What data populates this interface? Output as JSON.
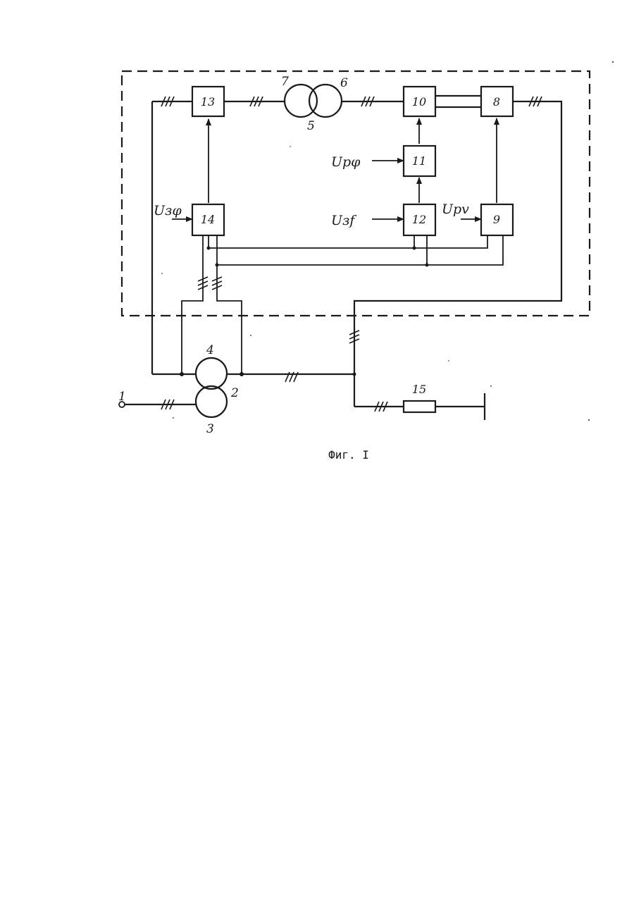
{
  "diagram": {
    "blocks": {
      "b8": "8",
      "b9": "9",
      "b10": "10",
      "b11": "11",
      "b12": "12",
      "b13": "13",
      "b14": "14",
      "b15": "15"
    },
    "labels": {
      "terminal": "1",
      "node2": "2",
      "coil3": "3",
      "coil4": "4",
      "coil5": "5",
      "coil6": "6",
      "coil7": "7"
    },
    "signals": {
      "u_phi_set": "Uзφ",
      "u_phi_ref": "Upφ",
      "u_f_set": "Uзf",
      "u_v_ref": "Upv"
    },
    "caption": "Фиг. I"
  }
}
